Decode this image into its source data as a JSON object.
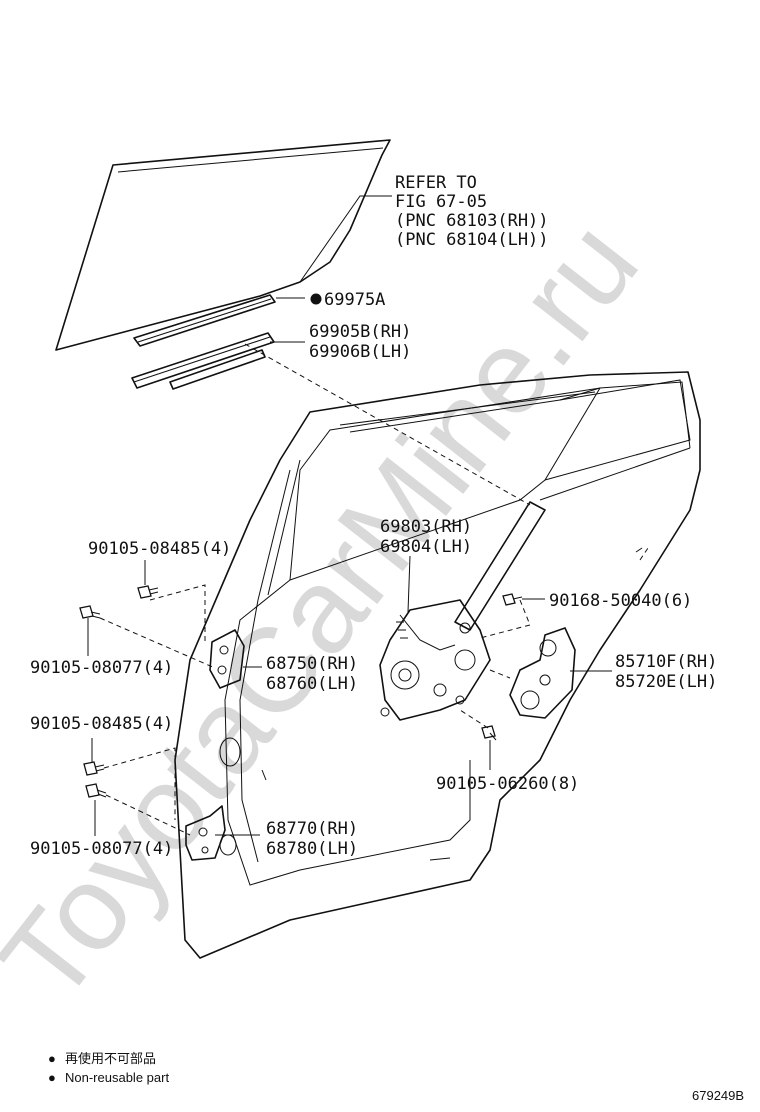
{
  "watermark": "ToyotaCarMine.ru",
  "refer_note": {
    "line1": "REFER TO",
    "line2": "FIG 67-05",
    "line3": "(PNC 68103(RH))",
    "line4": "(PNC 68104(LH))"
  },
  "callouts": {
    "weatherstrip_outer": "69975A",
    "run_channel_rh": "69905B(RH)",
    "run_channel_lh": "69906B(LH)",
    "regulator_rh": "69803(RH)",
    "regulator_lh": "69804(LH)",
    "bolt_upper_hinge_top": "90105-08485(4)",
    "bolt_upper_hinge_bottom": "90105-08077(4)",
    "upper_hinge_rh": "68750(RH)",
    "upper_hinge_lh": "68760(LH)",
    "bolt_regulator": "90168-50040(6)",
    "motor_rh": "85710F(RH)",
    "motor_lh": "85720E(LH)",
    "bolt_lower_hinge_top": "90105-08485(4)",
    "bolt_lower_hinge_bottom": "90105-08077(4)",
    "lower_hinge_rh": "68770(RH)",
    "lower_hinge_lh": "68780(LH)",
    "bolt_motor": "90105-06260(8)"
  },
  "legend": {
    "bullet": "●",
    "japanese": "再使用不可部品",
    "english": "Non-reusable part"
  },
  "figure_id": "679249B"
}
